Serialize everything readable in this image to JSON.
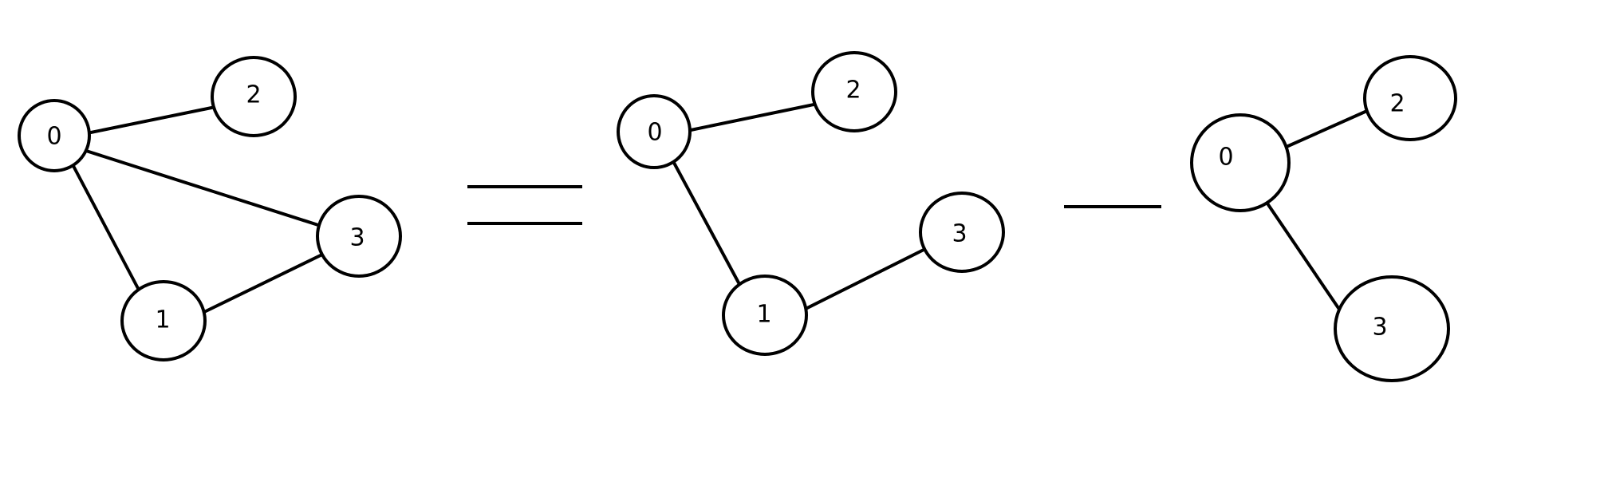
{
  "graphs": [
    {
      "id": "graph-a",
      "nodes": [
        {
          "id": "0",
          "label": "0"
        },
        {
          "id": "2",
          "label": "2"
        },
        {
          "id": "3",
          "label": "3"
        },
        {
          "id": "1",
          "label": "1"
        }
      ],
      "edges": [
        [
          "0",
          "2"
        ],
        [
          "0",
          "3"
        ],
        [
          "0",
          "1"
        ],
        [
          "1",
          "3"
        ]
      ]
    },
    {
      "id": "graph-b",
      "nodes": [
        {
          "id": "0",
          "label": "0"
        },
        {
          "id": "2",
          "label": "2"
        },
        {
          "id": "3",
          "label": "3"
        },
        {
          "id": "1",
          "label": "1"
        }
      ],
      "edges": [
        [
          "0",
          "2"
        ],
        [
          "0",
          "1"
        ],
        [
          "1",
          "3"
        ]
      ]
    },
    {
      "id": "graph-c",
      "nodes": [
        {
          "id": "0",
          "label": "0"
        },
        {
          "id": "2",
          "label": "2"
        },
        {
          "id": "3",
          "label": "3"
        }
      ],
      "edges": [
        [
          "0",
          "2"
        ],
        [
          "0",
          "3"
        ]
      ]
    }
  ],
  "operators": [
    "equals",
    "minus"
  ],
  "colors": {
    "stroke": "#000000",
    "background": "#ffffff"
  }
}
